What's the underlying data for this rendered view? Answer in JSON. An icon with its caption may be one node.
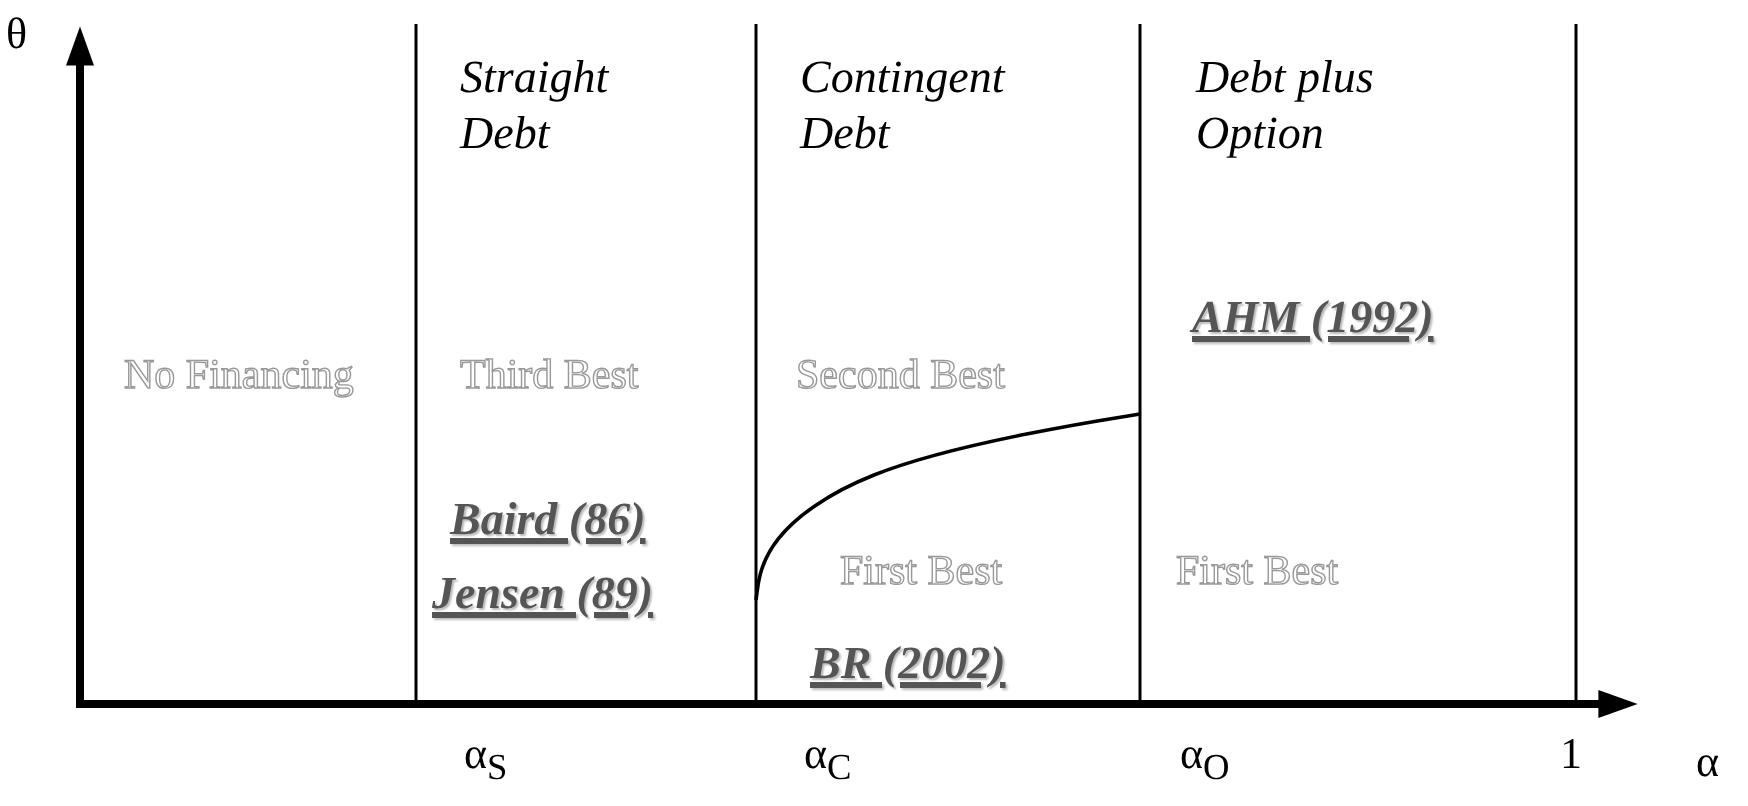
{
  "diagram": {
    "labels": [
      "θ",
      "Straight Debt",
      "Contingent Debt",
      "Debt plus Option",
      "AHM (1992)",
      "No Financing",
      "Third Best",
      "Second Best",
      "Baird (86)",
      "Jensen (89)",
      "First Best",
      "First Best",
      "BR (2002)",
      "α",
      "α$_{S}$",
      "α$_{C}$",
      "α$_{O}$",
      "1"
    ]
  }
}
